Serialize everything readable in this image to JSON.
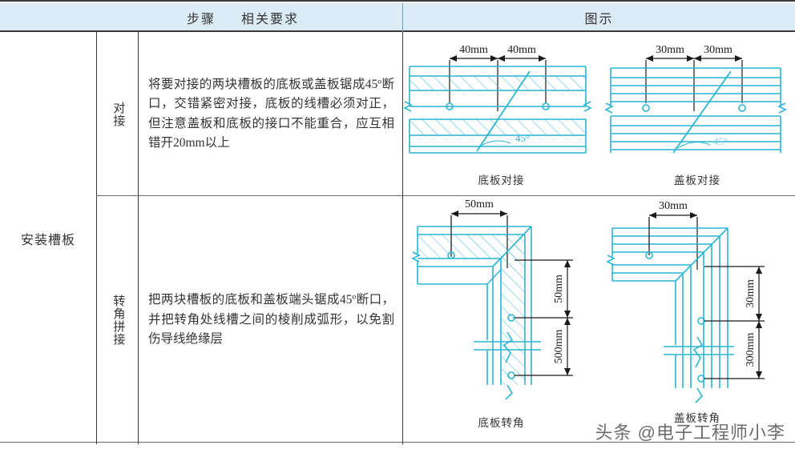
{
  "table": {
    "headers": [
      "步骤",
      "相关要求",
      "图示"
    ],
    "step_group_label": "安装槽板",
    "rows": [
      {
        "sub_step": "对接",
        "requirement": "将要对接的两块槽板的底板或盖板锯成45º断口，交错紧密对接，底板的线槽必须对正，但注意盖板和底板的接口不能重合，应互相错开20mm以上",
        "figures": [
          {
            "caption": "底板对接",
            "dims": [
              "40mm",
              "40mm"
            ],
            "angle": "45°"
          },
          {
            "caption": "盖板对接",
            "dims": [
              "30mm",
              "30mm"
            ],
            "angle": "45°"
          }
        ]
      },
      {
        "sub_step": "转角拼接",
        "requirement": "把两块槽板的底板和盖板端头锯成45º断口，并把转角处线槽之间的棱削成弧形，以免割伤导线绝缘层",
        "figures": [
          {
            "caption": "底板转角",
            "dims": [
              "50mm",
              "50mm",
              "500mm"
            ]
          },
          {
            "caption": "盖板转角",
            "dims": [
              "30mm",
              "30mm",
              "300mm"
            ]
          }
        ]
      }
    ]
  },
  "watermark": "头条 @电子工程师小李",
  "colors": {
    "header_bg": "#dcecf7",
    "rule": "#3a3a3a",
    "diagram": "#29b6d4",
    "text": "#333333"
  }
}
